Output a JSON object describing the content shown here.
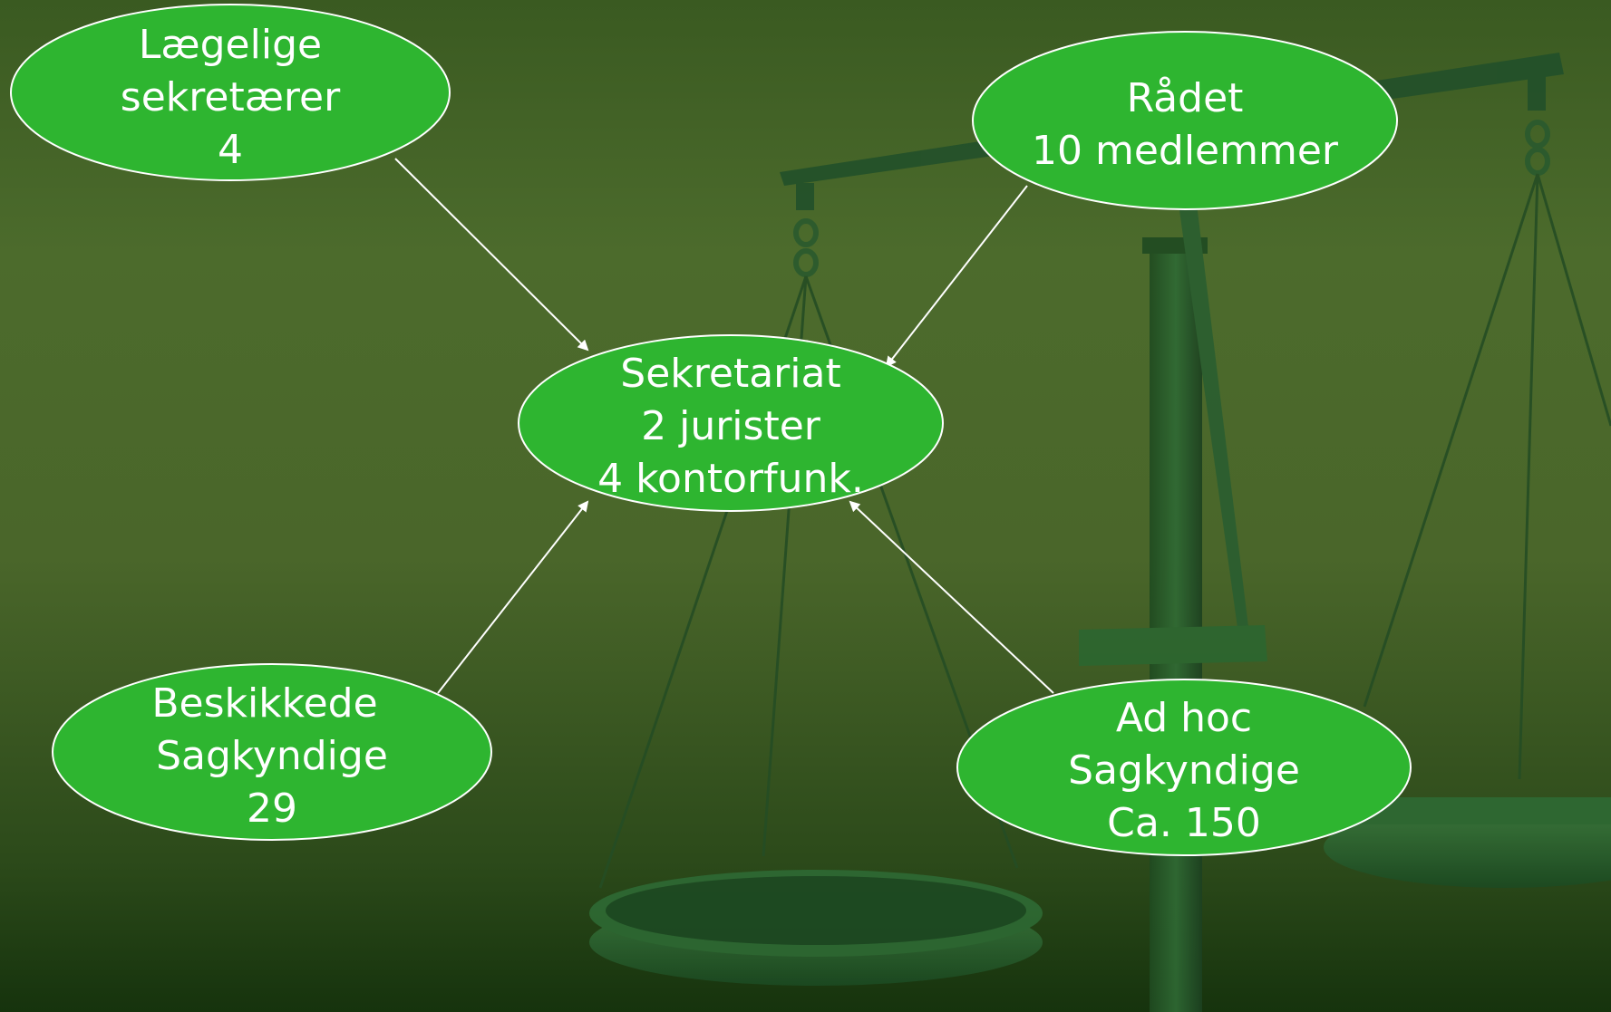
{
  "nodes": {
    "laegelige": {
      "lines": [
        "Lægelige",
        "sekretærer",
        "4"
      ]
    },
    "raadet": {
      "lines": [
        "Rådet",
        "10 medlemmer"
      ]
    },
    "sekretariat": {
      "lines": [
        "Sekretariat",
        "2 jurister",
        "4 kontorfunk."
      ]
    },
    "beskikkede": {
      "lines": [
        "Beskikkede",
        "Sagkyndige",
        "29"
      ]
    },
    "adhoc": {
      "lines": [
        "Ad hoc",
        "Sagkyndige",
        "Ca. 150"
      ]
    }
  },
  "colors": {
    "node_fill": "#2eb530",
    "node_stroke": "#ffffff",
    "arrow": "#ffffff"
  },
  "background_image": "scales-of-justice"
}
